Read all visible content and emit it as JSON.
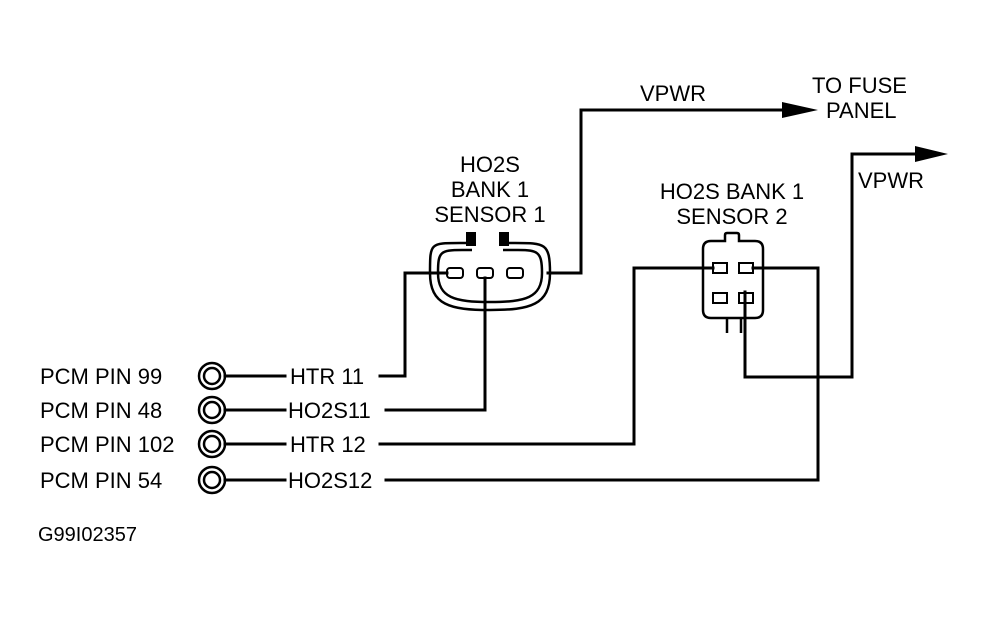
{
  "sensor1": {
    "title_lines": [
      "HO2S",
      "BANK 1",
      "SENSOR 1"
    ]
  },
  "sensor2": {
    "title_lines": [
      "HO2S BANK 1",
      "SENSOR 2"
    ]
  },
  "vpwr_top": {
    "label": "VPWR",
    "destination_lines": [
      "TO FUSE",
      "PANEL"
    ]
  },
  "vpwr_right": {
    "label": "VPWR"
  },
  "pcm_pins": [
    {
      "pin_label": "PCM PIN 99",
      "circuit": "HTR 11"
    },
    {
      "pin_label": "PCM PIN 48",
      "circuit": "HO2S11"
    },
    {
      "pin_label": "PCM PIN 102",
      "circuit": "HTR 12"
    },
    {
      "pin_label": "PCM PIN 54",
      "circuit": "HO2S12"
    }
  ],
  "figure_id": "G99I02357",
  "colors": {
    "line": "#000000",
    "background": "#ffffff"
  }
}
